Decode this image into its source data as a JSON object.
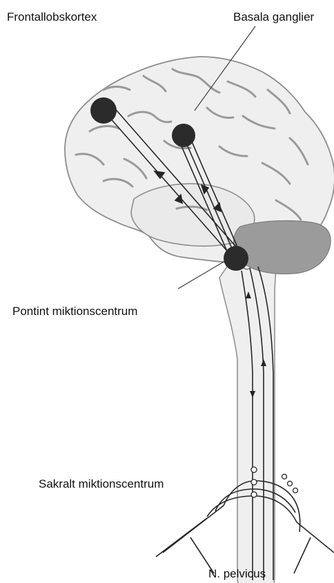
{
  "labels": {
    "frontal_cortex": "Frontallobskortex",
    "basal_ganglia": "Basala ganglier",
    "pontine_center": "Pontint miktionscentrum",
    "sacral_center": "Sakralt miktionscentrum",
    "pelvic_nerve": "N. pelvicus"
  },
  "colors": {
    "brain_fill": "#efefef",
    "outline": "#8c8c8c",
    "cerebellum": "#9b9b9b",
    "center_dot": "#2b2b2b",
    "pathway": "#262626",
    "sulci": "#9a9a9a"
  }
}
